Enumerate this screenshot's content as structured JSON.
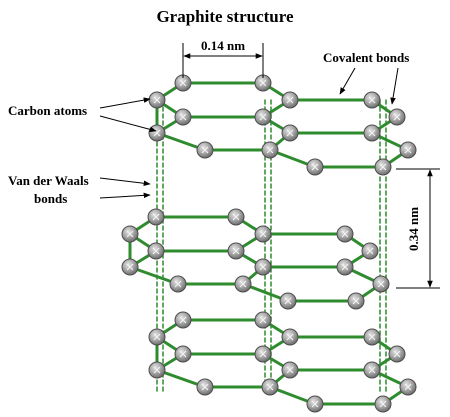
{
  "title": "Graphite structure",
  "labels": {
    "distance_in_plane": "0.14 nm",
    "distance_between_layers": "0.34 nm",
    "carbon_atoms": "Carbon atoms",
    "covalent_bonds": "Covalent bonds",
    "van_der_waals_line1": "Van der Waals",
    "van_der_waals_line2": "bonds"
  },
  "colors": {
    "bond": "#2e8b2e",
    "atom_fill": "#a6a6a6",
    "atom_stroke": "#4d4d4d",
    "text": "#000000"
  }
}
